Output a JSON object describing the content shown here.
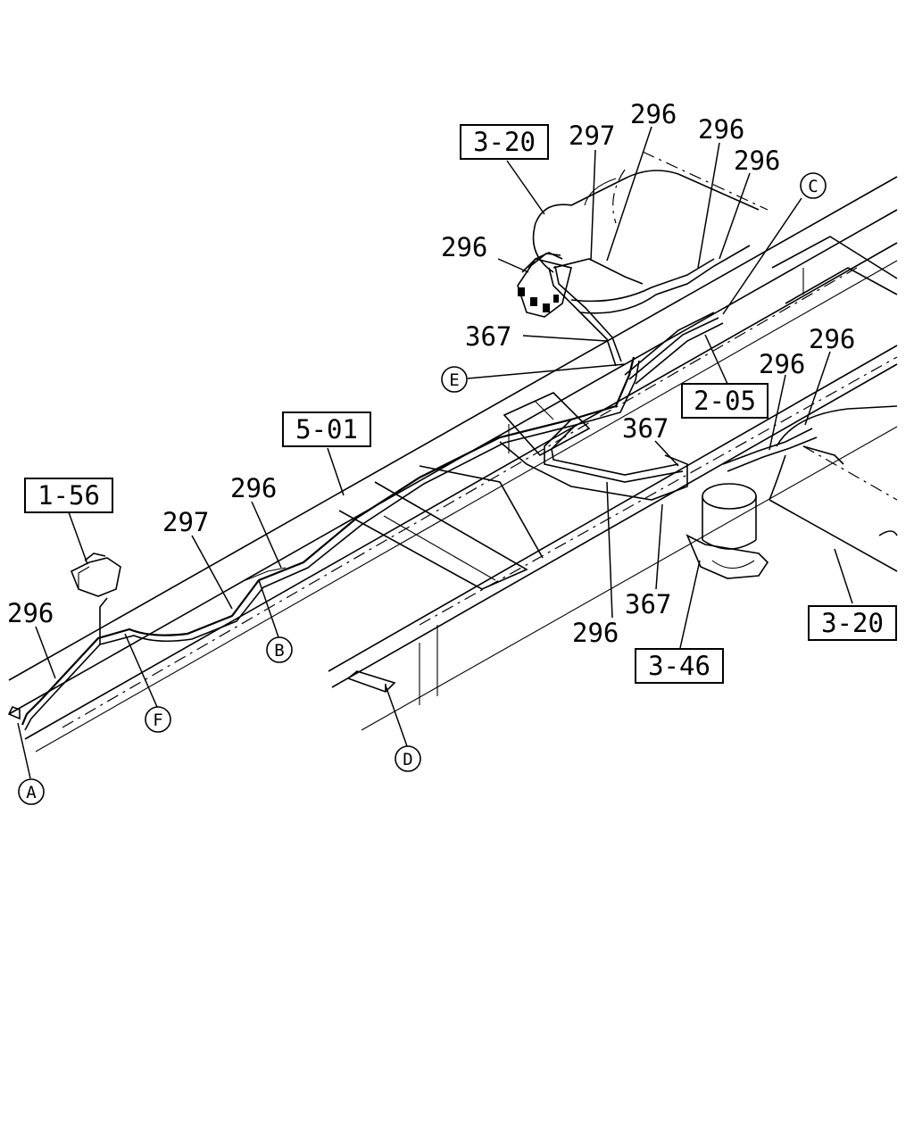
{
  "part_numbers": [
    "297",
    "296",
    "296",
    "296",
    "296",
    "367",
    "296",
    "296",
    "367",
    "296",
    "297",
    "296",
    "367",
    "296"
  ],
  "reference_boxes": [
    "3-20",
    "2-05",
    "5-01",
    "1-56",
    "3-46",
    "3-20"
  ],
  "circle_labels": [
    "C",
    "E",
    "B",
    "F",
    "A",
    "D"
  ]
}
